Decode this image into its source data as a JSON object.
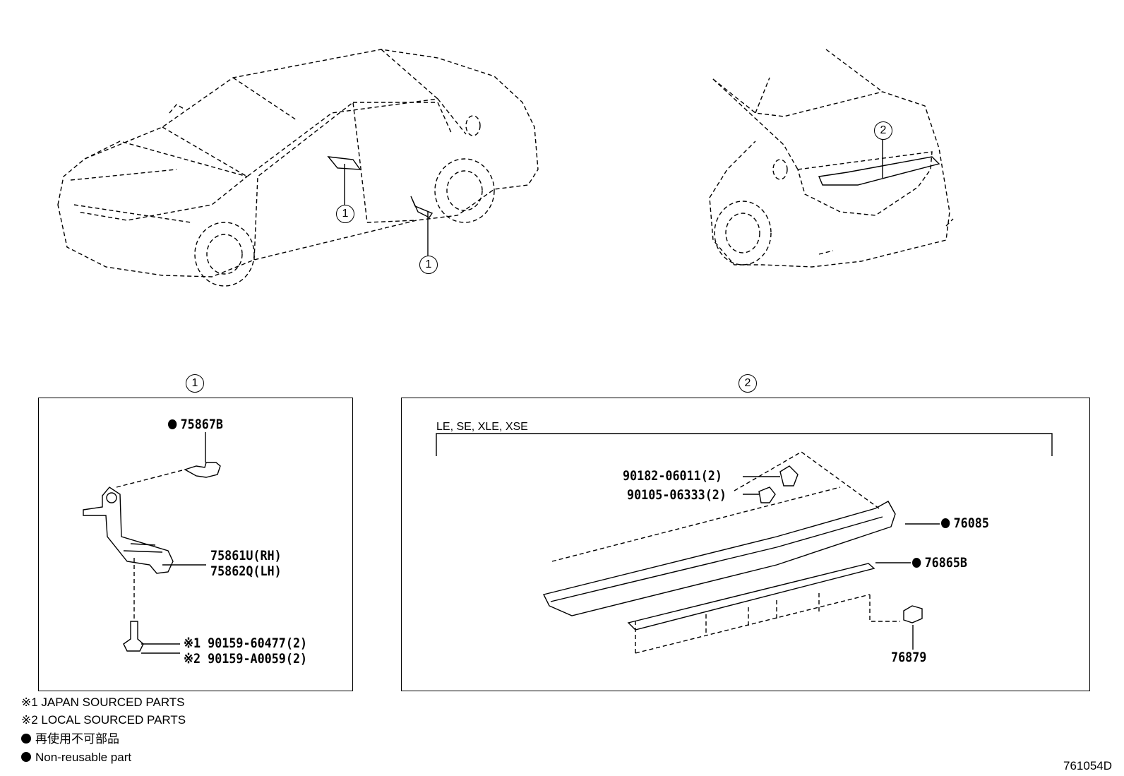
{
  "callouts": {
    "c1": "1",
    "c2": "2"
  },
  "panel1": {
    "parts": {
      "clip": "75867B",
      "bracket_rh": "75861U(RH)",
      "bracket_lh": "75862Q(LH)",
      "screw_jp": "※1 90159-60477(2)",
      "screw_local": "※2 90159-A0059(2)"
    }
  },
  "panel2": {
    "grade_label": "LE, SE, XLE, XSE",
    "parts": {
      "nut": "90182-06011(2)",
      "bolt": "90105-06333(2)",
      "spoiler": "76085",
      "tape": "76865B",
      "clip": "76879"
    }
  },
  "legend": {
    "note1": "※1  JAPAN SOURCED PARTS",
    "note2": "※2  LOCAL SOURCED PARTS",
    "nonreusable_jp": "再使用不可部品",
    "nonreusable_en": "Non-reusable part"
  },
  "figure_id": "761054D"
}
